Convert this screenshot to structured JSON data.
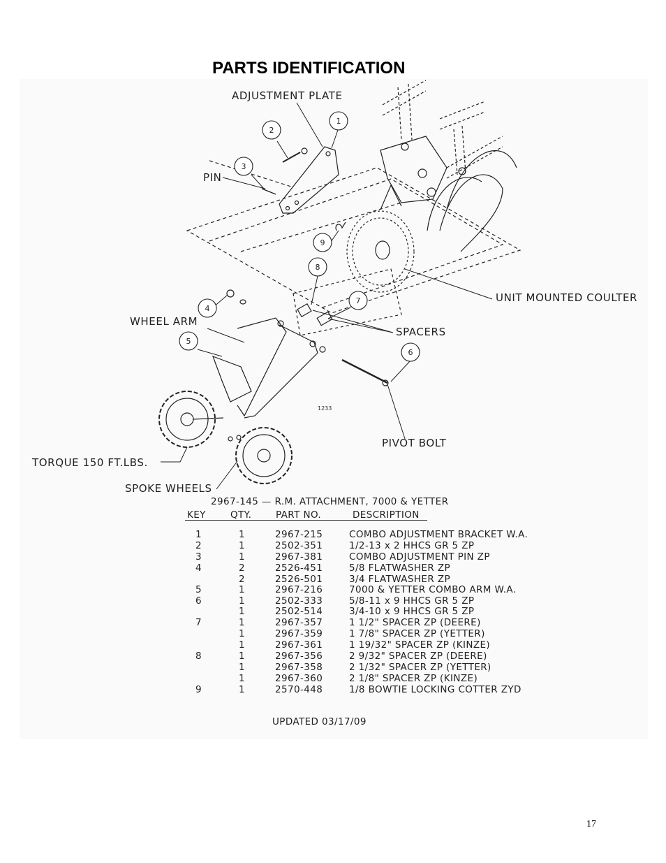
{
  "title": "PARTS IDENTIFICATION",
  "callouts": {
    "adjustment_plate": "ADJUSTMENT PLATE",
    "pin": "PIN",
    "wheel_arm": "WHEEL ARM",
    "unit_mounted_coulter": "UNIT MOUNTED COULTER",
    "spacers": "SPACERS",
    "pivot_bolt": "PIVOT BOLT",
    "torque": "TORQUE 150 FT.LBS.",
    "spoke_wheels": "SPOKE WHEELS",
    "figure_number": "1233"
  },
  "balloons": [
    "1",
    "2",
    "3",
    "4",
    "5",
    "6",
    "7",
    "8",
    "9"
  ],
  "table": {
    "title": "2967-145 — R.M. ATTACHMENT, 7000 & YETTER",
    "headers": {
      "key": "KEY",
      "qty": "QTY.",
      "part": "PART NO.",
      "desc": "DESCRIPTION"
    },
    "rows": [
      {
        "key": "1",
        "qty": "1",
        "part": "2967-215",
        "desc": "COMBO ADJUSTMENT BRACKET W.A."
      },
      {
        "key": "2",
        "qty": "1",
        "part": "2502-351",
        "desc": "1/2-13 x 2 HHCS GR 5 ZP"
      },
      {
        "key": "3",
        "qty": "1",
        "part": "2967-381",
        "desc": "COMBO ADJUSTMENT PIN ZP"
      },
      {
        "key": "4",
        "qty": "2",
        "part": "2526-451",
        "desc": "5/8 FLATWASHER ZP"
      },
      {
        "key": "",
        "qty": "2",
        "part": "2526-501",
        "desc": "3/4 FLATWASHER ZP"
      },
      {
        "key": "5",
        "qty": "1",
        "part": "2967-216",
        "desc": "7000 & YETTER COMBO ARM W.A."
      },
      {
        "key": "6",
        "qty": "1",
        "part": "2502-333",
        "desc": "5/8-11 x 9 HHCS GR 5 ZP"
      },
      {
        "key": "",
        "qty": "1",
        "part": "2502-514",
        "desc": "3/4-10 x 9 HHCS GR 5 ZP"
      },
      {
        "key": "7",
        "qty": "1",
        "part": "2967-357",
        "desc": "1 1/2\" SPACER ZP    (DEERE)"
      },
      {
        "key": "",
        "qty": "1",
        "part": "2967-359",
        "desc": "1 7/8\" SPACER ZP    (YETTER)"
      },
      {
        "key": "",
        "qty": "1",
        "part": "2967-361",
        "desc": "1 19/32\" SPACER ZP (KINZE)"
      },
      {
        "key": "8",
        "qty": "1",
        "part": "2967-356",
        "desc": "2 9/32\" SPACER ZP  (DEERE)"
      },
      {
        "key": "",
        "qty": "1",
        "part": "2967-358",
        "desc": "2 1/32\" SPACER ZP  (YETTER)"
      },
      {
        "key": "",
        "qty": "1",
        "part": "2967-360",
        "desc": "2 1/8\" SPACER ZP    (KINZE)"
      },
      {
        "key": "9",
        "qty": "1",
        "part": "2570-448",
        "desc": "1/8 BOWTIE LOCKING COTTER ZYD"
      }
    ]
  },
  "updated": "UPDATED 03/17/09",
  "page_number": "17"
}
